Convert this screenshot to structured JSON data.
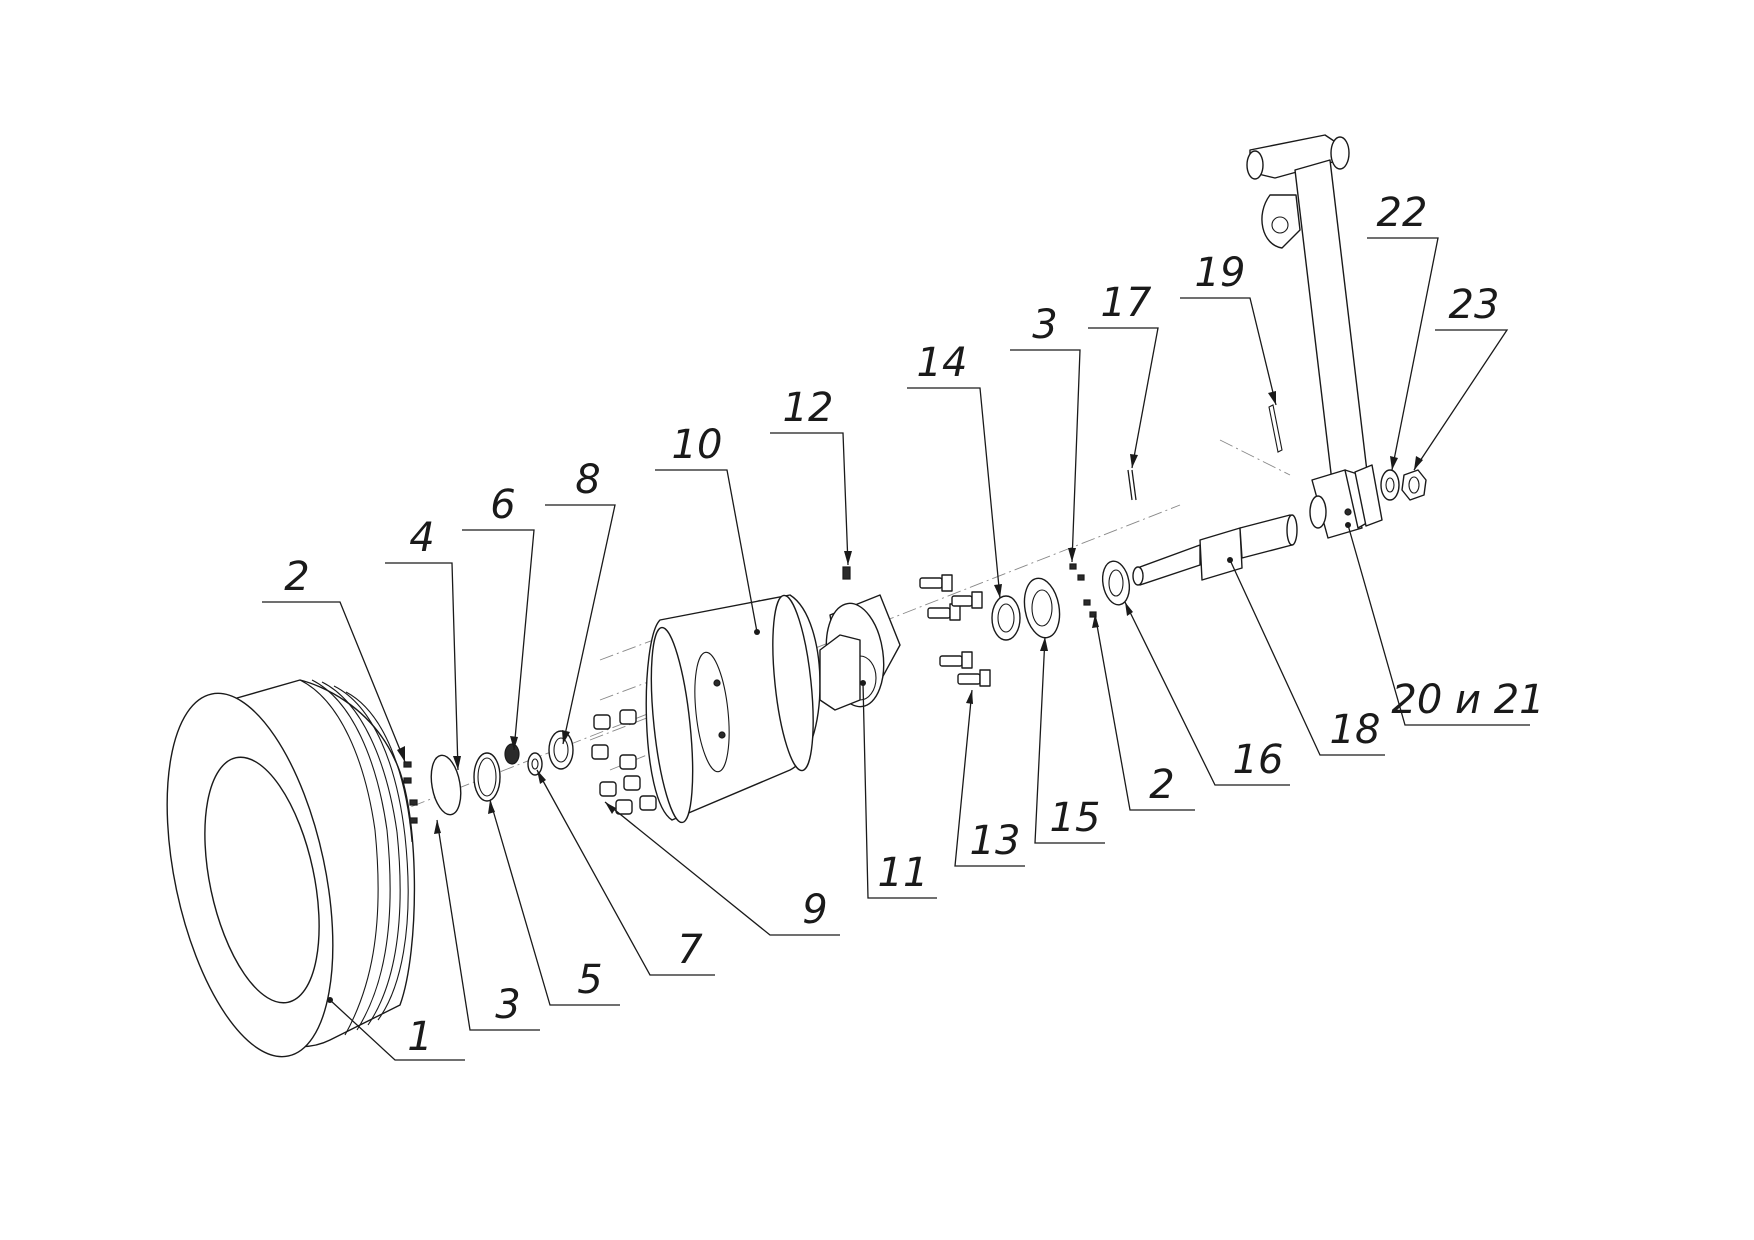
{
  "drawing": {
    "type": "exploded assembly view",
    "line_color": "#1a1a1a",
    "background": "#ffffff"
  },
  "callouts": [
    {
      "id": "c1",
      "label": "1"
    },
    {
      "id": "c2a",
      "label": "2"
    },
    {
      "id": "c2b",
      "label": "2"
    },
    {
      "id": "c3a",
      "label": "3"
    },
    {
      "id": "c3b",
      "label": "3"
    },
    {
      "id": "c4",
      "label": "4"
    },
    {
      "id": "c5",
      "label": "5"
    },
    {
      "id": "c6",
      "label": "6"
    },
    {
      "id": "c7",
      "label": "7"
    },
    {
      "id": "c8",
      "label": "8"
    },
    {
      "id": "c9",
      "label": "9"
    },
    {
      "id": "c10",
      "label": "10"
    },
    {
      "id": "c11",
      "label": "11"
    },
    {
      "id": "c12",
      "label": "12"
    },
    {
      "id": "c13",
      "label": "13"
    },
    {
      "id": "c14",
      "label": "14"
    },
    {
      "id": "c15",
      "label": "15"
    },
    {
      "id": "c16",
      "label": "16"
    },
    {
      "id": "c17",
      "label": "17"
    },
    {
      "id": "c18",
      "label": "18"
    },
    {
      "id": "c19",
      "label": "19"
    },
    {
      "id": "c20",
      "label": "20 и 21"
    },
    {
      "id": "c22",
      "label": "22"
    },
    {
      "id": "c23",
      "label": "23"
    }
  ]
}
